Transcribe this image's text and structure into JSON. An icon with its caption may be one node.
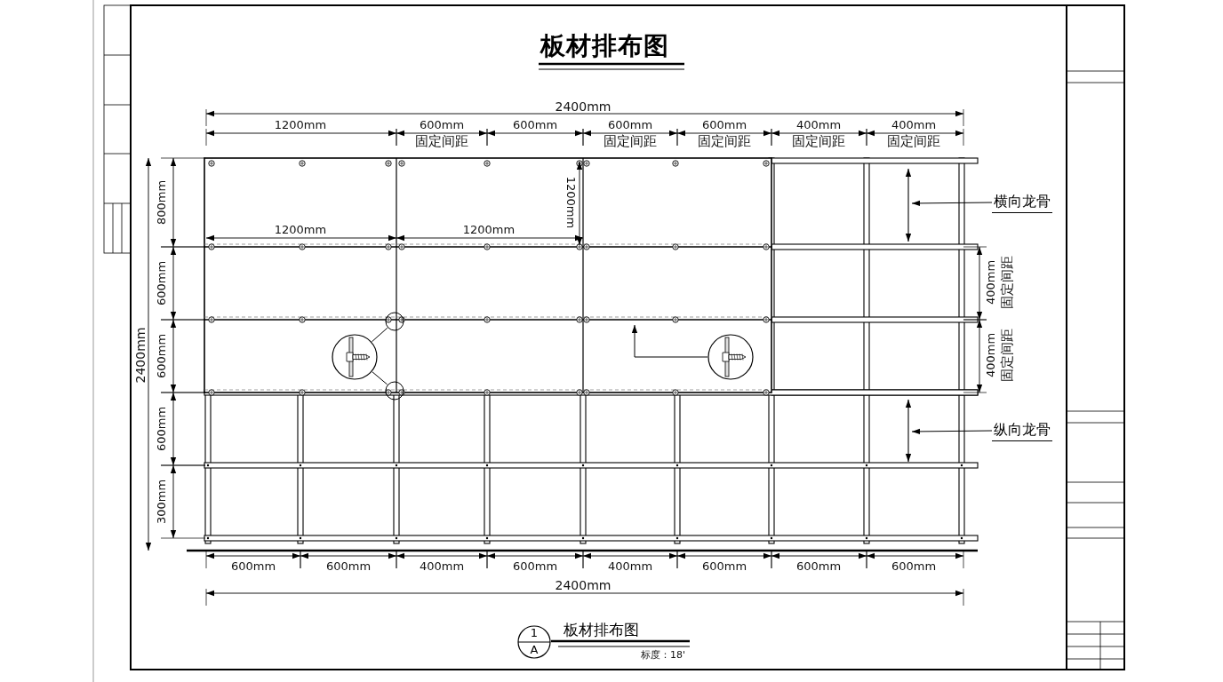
{
  "diagram": {
    "title": "板材排布图",
    "nodes": [
      {
        "text": [
          "横向龙骨"
        ]
      },
      {
        "text": [
          "纵向龙骨"
        ]
      },
      {
        "text": [],
        "shape": "circle"
      },
      {
        "text": [],
        "shape": "picture"
      },
      {
        "text": [],
        "shape": "circle"
      },
      {
        "text": [],
        "shape": "picture"
      },
      {
        "text": [
          "1",
          "A"
        ],
        "beside": [
          "板材排布图"
        ]
      }
    ],
    "edges": [
      {
        "from": 0,
        "to": null,
        "arrow": "to"
      },
      {
        "from": 1,
        "to": null,
        "arrow": "to"
      },
      {
        "from": 3,
        "to": 2,
        "arrow": "none"
      },
      {
        "from": 3,
        "to": 4,
        "arrow": "none"
      },
      {
        "from": 5,
        "to": null,
        "arrow": "to"
      }
    ],
    "labels": [
      "2400mm",
      "1200mm",
      "600mm",
      "固定间距",
      "600mm",
      "600mm",
      "固定间距",
      "600mm",
      "固定间距",
      "400mm",
      "固定间距",
      "400mm",
      "固定间距",
      "800mm",
      "1200mm",
      "1200mm",
      "1200mm",
      "600mm",
      "400mm",
      "固定间距",
      "2400mm",
      "600mm",
      "400mm",
      "固定间距",
      "600mm",
      "300mm",
      "600mm",
      "600mm",
      "400mm",
      "600mm",
      "400mm",
      "600mm",
      "600mm",
      "600mm",
      "2400mm",
      "标度：18'"
    ]
  }
}
